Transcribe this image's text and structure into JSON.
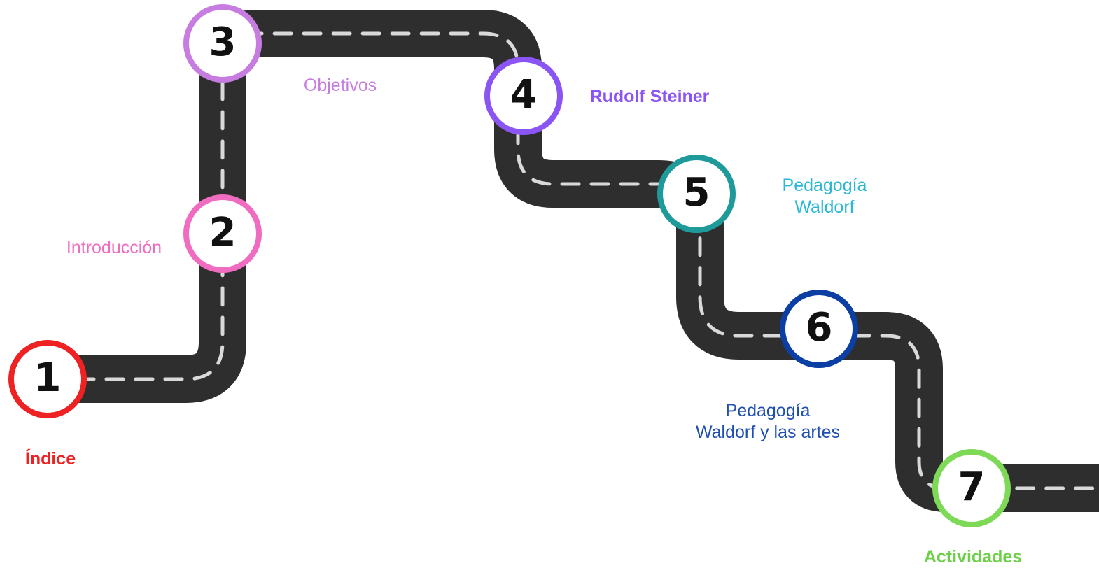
{
  "colors": {
    "road": "#2e2e2e",
    "lane_marking": "#d9d9d9",
    "background": "#ffffff"
  },
  "milestones": [
    {
      "number": "1",
      "label_lines": [
        "Índice"
      ],
      "color": "#ee2222"
    },
    {
      "number": "2",
      "label_lines": [
        "Introducción"
      ],
      "color": "#f06cc0"
    },
    {
      "number": "3",
      "label_lines": [
        "Objetivos"
      ],
      "color": "#c77ce0"
    },
    {
      "number": "4",
      "label_lines": [
        "Rudolf Steiner"
      ],
      "color": "#8a55f2"
    },
    {
      "number": "5",
      "label_lines": [
        "Pedagogía",
        "Waldorf"
      ],
      "color": "#1f9a9a",
      "label_color": "#2bb8d6"
    },
    {
      "number": "6",
      "label_lines": [
        "Pedagogía",
        "Waldorf y las artes"
      ],
      "color": "#0b3fa3",
      "label_color": "#1e4fb0"
    },
    {
      "number": "7",
      "label_lines": [
        "Actividades"
      ],
      "color": "#7ed957",
      "label_color": "#6fcf4a"
    }
  ]
}
